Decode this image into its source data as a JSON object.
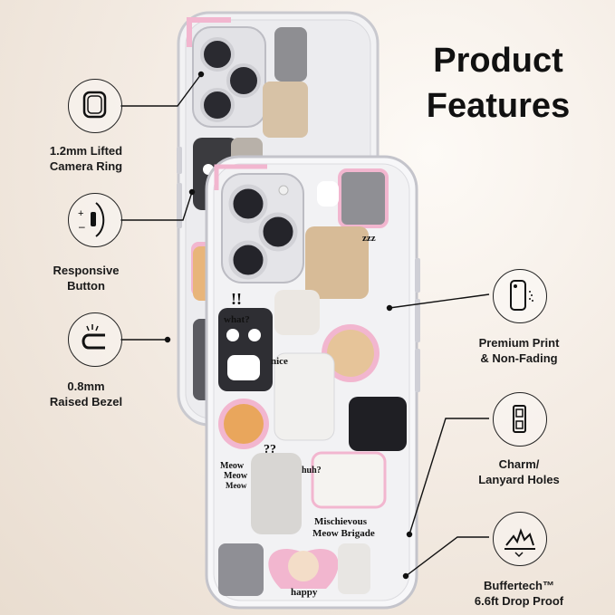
{
  "title": {
    "line1": "Product",
    "line2": "Features"
  },
  "features": {
    "camera_ring": {
      "line1": "1.2mm Lifted",
      "line2": "Camera Ring"
    },
    "button": {
      "line1": "Responsive",
      "line2": "Button"
    },
    "bezel": {
      "line1": "0.8mm",
      "line2": "Raised Bezel"
    },
    "print": {
      "line1": "Premium Print",
      "line2": "& Non-Fading"
    },
    "holes": {
      "line1": "Charm/",
      "line2": "Lanyard Holes"
    },
    "drop": {
      "line1": "Buffertech™",
      "line2": "6.6ft Drop Proof"
    }
  },
  "stickers": {
    "what": "what?",
    "nice": "nice",
    "hmm": "??",
    "huh": "huh?",
    "meow1": "Meow",
    "meow2": "Meow",
    "meow3": "Meow",
    "brigade1": "Mischievous",
    "brigade2": "Meow Brigade",
    "happy": "happy",
    "zzz": "zzz",
    "excl": "!!"
  },
  "colors": {
    "accent_pink": "#f2b6cf",
    "outline": "#222222"
  },
  "icons": [
    "camera-ring-icon",
    "button-icon",
    "bezel-icon",
    "print-icon",
    "lanyard-hole-icon",
    "drop-proof-icon"
  ]
}
